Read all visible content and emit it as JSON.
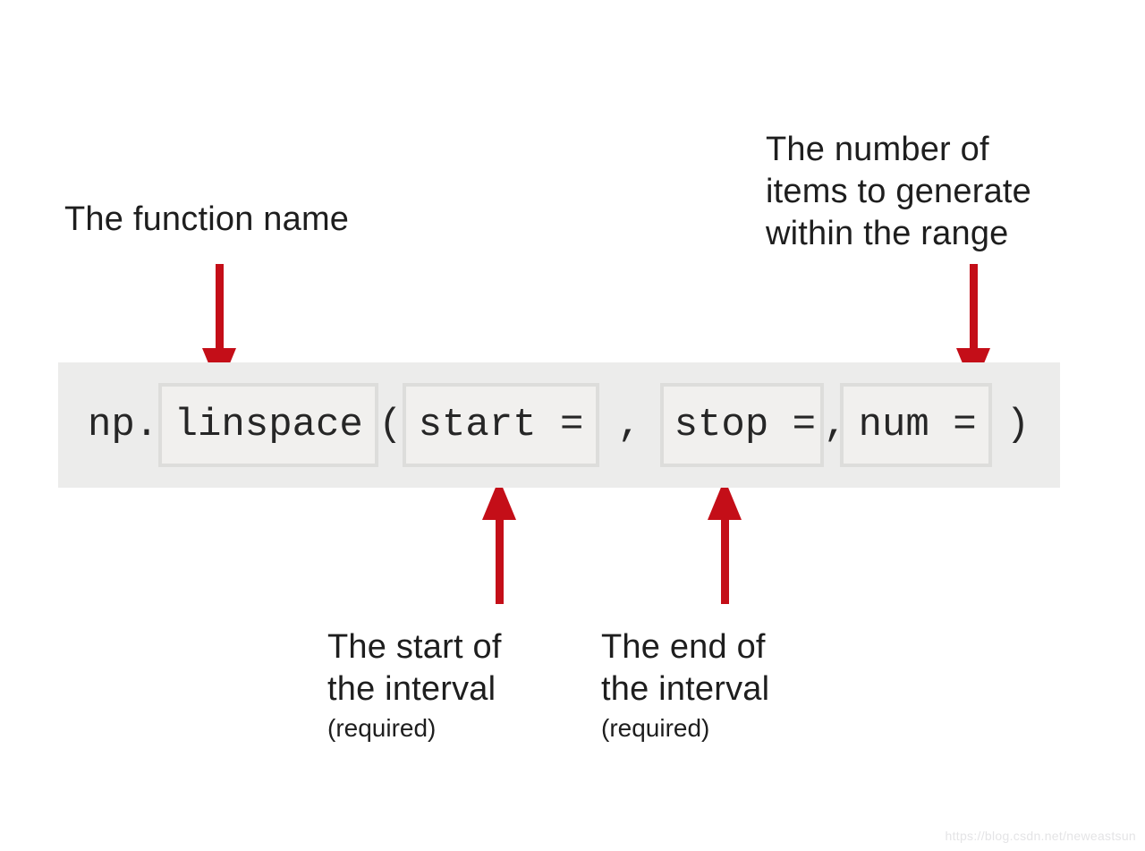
{
  "labels": {
    "function_name": "The function name",
    "num": {
      "line1": "The number of",
      "line2": "items to generate",
      "line3": "within the range"
    },
    "start": {
      "line1": "The start of",
      "line2": "the interval",
      "required": "(required)"
    },
    "end": {
      "line1": "The end of",
      "line2": "the interval",
      "required": "(required)"
    }
  },
  "code": {
    "prefix": "np.",
    "function_name": "linspace",
    "open_paren": "(",
    "arg_start": "start =",
    "comma_1": ",",
    "arg_stop": "stop =",
    "comma_2": ",",
    "arg_num": "num =",
    "close_paren": ")"
  },
  "colors": {
    "arrow_red": "#c40e18",
    "band_background": "#ececeb",
    "box_border": "#dddddb",
    "box_background": "#f1f0ee",
    "text": "#1e1e1e",
    "watermark": "#e4e4e6"
  },
  "watermark": {
    "text": "https://blog.csdn.net/neweastsun"
  }
}
